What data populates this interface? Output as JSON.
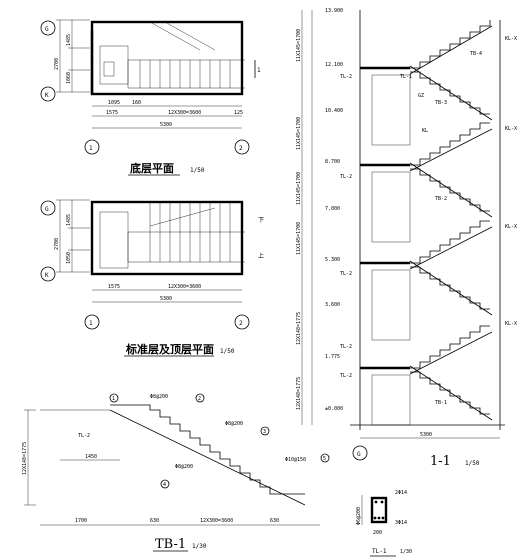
{
  "plan_ground": {
    "title": "底层平面",
    "scale": "1/50",
    "axis_top": "G",
    "axis_bottom": "K",
    "axis_left": "1",
    "axis_right": "2",
    "section_mark": "1",
    "dims_left": [
      "2700",
      "1485",
      "1060"
    ],
    "dims_bottom_row1": [
      "1095",
      "160"
    ],
    "dims_bottom_row2": [
      "1575",
      "12X300=3600",
      "125"
    ],
    "dims_bottom_row3": "5300"
  },
  "plan_standard": {
    "title": "标准层及顶层平面",
    "scale": "1/50",
    "axis_top": "G",
    "axis_bottom": "K",
    "axis_left": "1",
    "axis_right": "2",
    "label_down": "下",
    "label_up": "上",
    "dims_left": [
      "2700",
      "1485",
      "1050"
    ],
    "dims_bottom_row1": [
      "1575",
      "12X300=3600"
    ],
    "dims_bottom_row2": "5300"
  },
  "section": {
    "title": "1-1",
    "scale": "1/50",
    "elevations": [
      "13.900",
      "12.100",
      "10.400",
      "8.700",
      "7.000",
      "5.300",
      "3.600",
      "1.775",
      "±0.000"
    ],
    "heights": [
      "11X145=1700",
      "11X145=1700",
      "11X145=1700",
      "11X145=1700",
      "12X148=1775",
      "12X148=1775"
    ],
    "beams_left": [
      "TL-2",
      "TL-2",
      "TL-2",
      "TL-2",
      "TL-2"
    ],
    "labels_inner": [
      "TL-1",
      "TB-3",
      "GZ",
      "KL",
      "TB-2",
      "TB-4",
      "TB-1"
    ],
    "labels_right": [
      "KL-X",
      "KL-X",
      "KL-X",
      "KL-X"
    ],
    "axis": "G",
    "dim_bottom": "5300"
  },
  "tb1": {
    "title": "TB-1",
    "scale": "1/30",
    "dims_bottom": [
      "1700",
      "630",
      "12X300=3600",
      "630"
    ],
    "dim_small": "1450",
    "dim_left": "12X148=1775",
    "label_tl": "TL-2",
    "rebars": [
      "Φ8@200",
      "Φ8@200",
      "Φ8@200",
      "Φ10@150"
    ],
    "marks": [
      "1",
      "2",
      "3",
      "4",
      "5"
    ]
  },
  "tl1": {
    "title": "TL-1",
    "scale": "1/30",
    "bars_top": "2Φ14",
    "bars_bottom": "3Φ14",
    "stirrup": "Φ6@200",
    "width": "200"
  }
}
